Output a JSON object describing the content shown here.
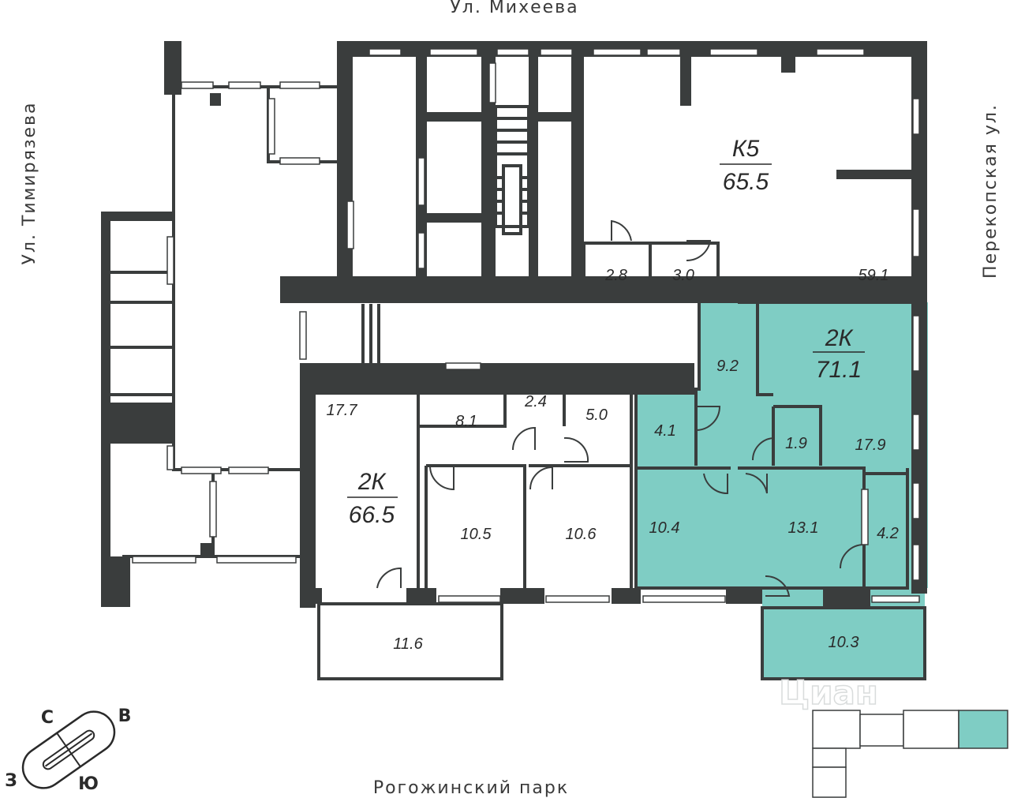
{
  "colors": {
    "wall": "#3a3d3d",
    "highlight": "#7fcdc4",
    "line": "#3a3d3d",
    "background": "#ffffff"
  },
  "streets": {
    "top": "Ул. Михеева",
    "left": "Ул. Тимирязева",
    "right": "Перекопская ул.",
    "bottom": "Рогожинский парк"
  },
  "compass": {
    "north": "С",
    "east": "В",
    "south": "Ю",
    "west": "З"
  },
  "apartments": {
    "k5": {
      "type": "К5",
      "area": "65.5"
    },
    "twok_highlight": {
      "type": "2К",
      "area": "71.1"
    },
    "twok_left": {
      "type": "2К",
      "area": "66.5"
    }
  },
  "rooms": {
    "k5_hall": "2.8",
    "k5_bath": "3.0",
    "k5_studio": "59.1",
    "hl_corridor": "9.2",
    "hl_bath": "4.1",
    "hl_wc": "1.9",
    "hl_kitchen": "17.9",
    "hl_bedroom": "10.4",
    "hl_living": "13.1",
    "hl_storage": "4.2",
    "hl_loggia": "10.3",
    "l_living": "17.7",
    "l_hall": "8.1",
    "l_wc": "2.4",
    "l_bath": "5.0",
    "l_bed1": "10.5",
    "l_bed2": "10.6",
    "l_loggia": "11.6"
  },
  "watermark": "Циан"
}
